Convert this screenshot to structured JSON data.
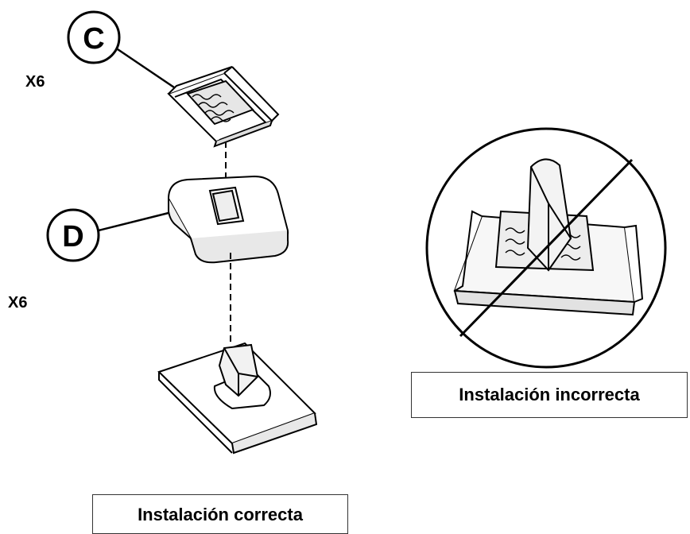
{
  "callouts": {
    "c_letter": "C",
    "d_letter": "D"
  },
  "quantities": {
    "c_qty": "X6",
    "d_qty": "X6"
  },
  "labels": {
    "correct": "Instalación correcta",
    "incorrect": "Instalación incorrecta"
  },
  "colors": {
    "ink": "#000000",
    "paper": "#ffffff"
  }
}
